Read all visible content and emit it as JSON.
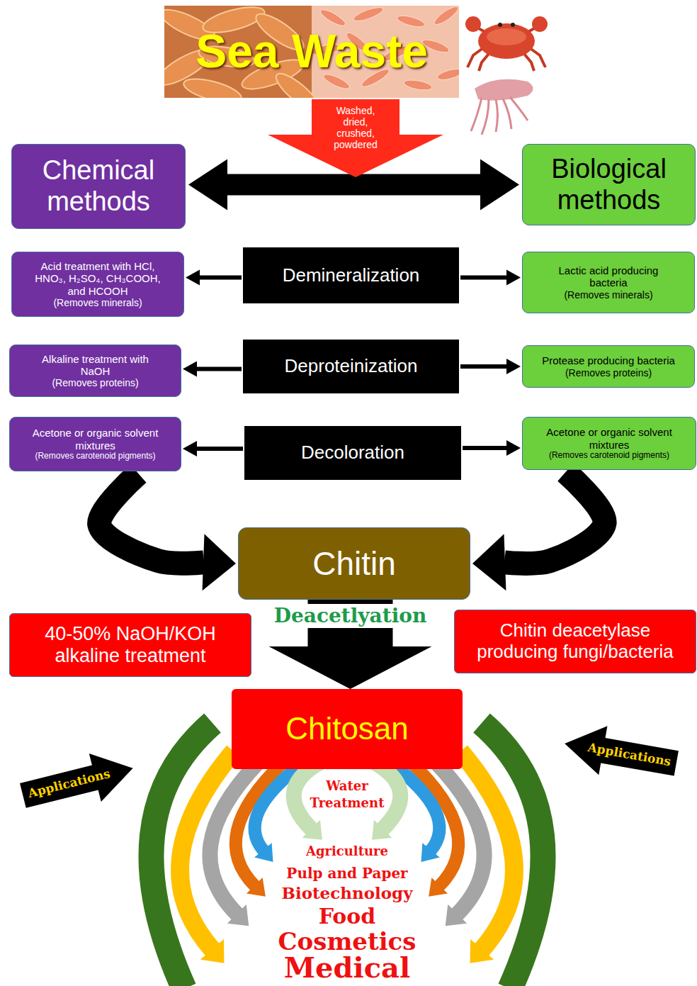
{
  "diagram": {
    "nodes": [
      {
        "text": [
          "Sea Waste"
        ]
      },
      {
        "text": [
          "Washed, dried, crushed, powdered"
        ]
      },
      {
        "text": [
          "Chemical methods"
        ]
      },
      {
        "text": [
          "Biological methods"
        ]
      },
      {
        "text": [
          "Acid treatment with HCl, HNO₃, H₂SO₄, CH₃COOH, and HCOOH",
          "(Removes minerals)"
        ]
      },
      {
        "text": [
          "Demineralization"
        ]
      },
      {
        "text": [
          "Lactic acid producing bacteria",
          "(Removes minerals)"
        ]
      },
      {
        "text": [
          "Alkaline treatment with NaOH",
          "(Removes proteins)"
        ]
      },
      {
        "text": [
          "Deproteinization"
        ]
      },
      {
        "text": [
          "Protease producing bacteria",
          "(Removes proteins)"
        ]
      },
      {
        "text": [
          "Acetone or organic solvent mixtures",
          "(Removes carotenoid pigments)"
        ]
      },
      {
        "text": [
          "Decoloration"
        ]
      },
      {
        "text": [
          "Acetone or organic solvent mixtures",
          "(Removes carotenoid pigments)"
        ]
      },
      {
        "text": [
          "Chitin"
        ]
      },
      {
        "text": [
          "40-50% NaOH/KOH alkaline treatment"
        ]
      },
      {
        "text": [
          "Chitin deacetylase producing fungi/bacteria"
        ]
      },
      {
        "text": [
          "Chitosan"
        ]
      },
      {
        "text": [
          "Applications"
        ]
      },
      {
        "text": [
          "Applications"
        ]
      }
    ],
    "edges": [
      {
        "from": 2,
        "to": 3,
        "arrow": "both"
      },
      {
        "from": 5,
        "to": 4,
        "arrow": "to"
      },
      {
        "from": 5,
        "to": 6,
        "arrow": "to"
      },
      {
        "from": 8,
        "to": 7,
        "arrow": "to"
      },
      {
        "from": 8,
        "to": 9,
        "arrow": "to"
      },
      {
        "from": 11,
        "to": 10,
        "arrow": "to"
      },
      {
        "from": 11,
        "to": 12,
        "arrow": "to"
      },
      {
        "from": 10,
        "to": 13,
        "arrow": "to"
      },
      {
        "from": 12,
        "to": 13,
        "arrow": "to"
      },
      {
        "from": 13,
        "to": 16,
        "arrow": "to",
        "label": "Deacetlyation"
      }
    ],
    "labels": [
      "Water Treatment",
      "Agriculture",
      "Pulp and Paper",
      "Biotechnology",
      "Food",
      "Cosmetics",
      "Medical"
    ]
  }
}
